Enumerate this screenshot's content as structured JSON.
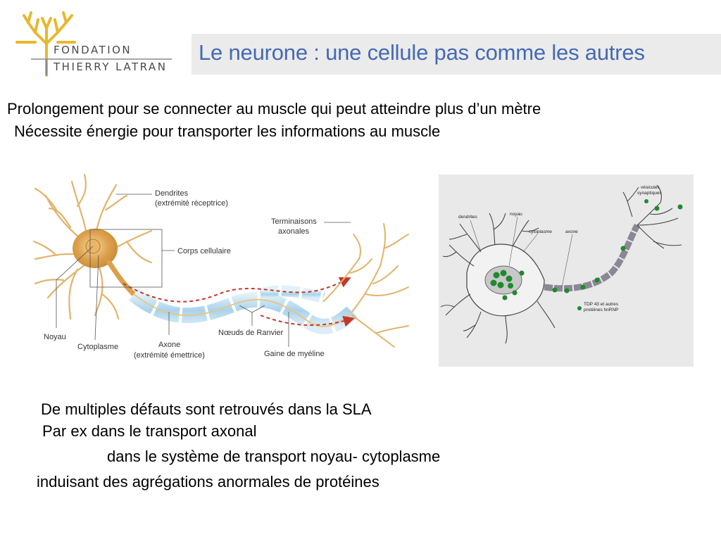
{
  "logo": {
    "line1": "FONDATION",
    "line2": "THIERRY LATRAN",
    "colors": {
      "gold": "#e8b82c",
      "gray": "#8a8a8a"
    }
  },
  "title": "Le neurone : une cellule pas comme les autres",
  "intro": {
    "line1": "Prolongement pour se connecter au muscle qui peut atteindre plus d’un mètre",
    "line2": "Nécessite énergie pour transporter les informations au muscle"
  },
  "diagram_left": {
    "labels": {
      "dendrites": "Dendrites",
      "dendrites_sub": "(extrémité réceptrice)",
      "corps": "Corps cellulaire",
      "terminaisons": "Terminaisons",
      "terminaisons_sub": "axonales",
      "noyau": "Noyau",
      "cytoplasme": "Cytoplasme",
      "axone": "Axone",
      "axone_sub": "(extrémité émettrice)",
      "noeuds": "Nœuds de Ranvier",
      "gaine": "Gaine de myéline"
    },
    "colors": {
      "soma": "#d99a3a",
      "dendrite": "#e2b36a",
      "myelin": "#bcdcf0",
      "arrow": "#c0392b"
    }
  },
  "diagram_right": {
    "labels": {
      "vesicules1": "vésicules",
      "vesicules2": "synaptiques",
      "dendrites": "dendrites",
      "noyau": "noyau",
      "cytoplasme": "cytoplasme",
      "axone": "axone",
      "legend1": "TDP 43 et autres",
      "legend2": "protéines hnRNP"
    },
    "colors": {
      "dot": "#1e8a2e",
      "background": "#e9e9e9"
    }
  },
  "bottom": {
    "line1": "De multiples défauts sont retrouvés dans la SLA",
    "line2": "Par ex dans le transport axonal",
    "line3": "dans le système de transport noyau- cytoplasme",
    "line4": "induisant des  agrégations anormales de protéines"
  }
}
